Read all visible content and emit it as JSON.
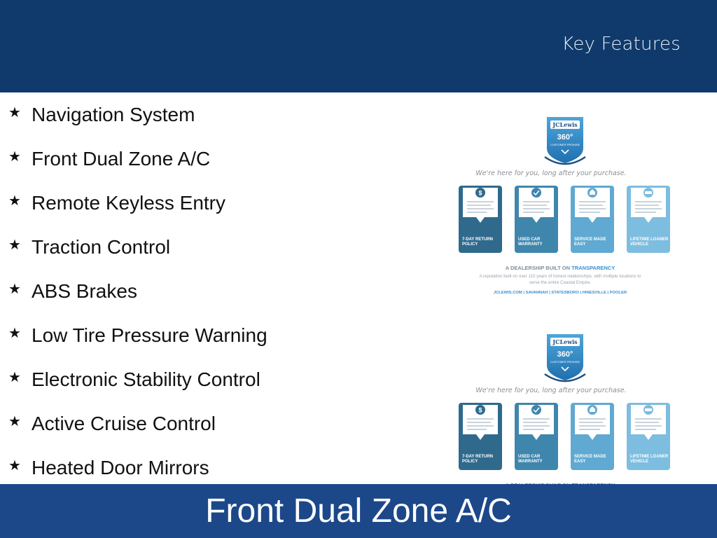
{
  "header": {
    "title": "Key Features"
  },
  "features": [
    {
      "label": "Navigation System"
    },
    {
      "label": "Front Dual Zone A/C"
    },
    {
      "label": "Remote Keyless Entry"
    },
    {
      "label": "Traction Control"
    },
    {
      "label": "ABS Brakes"
    },
    {
      "label": "Low Tire Pressure Warning"
    },
    {
      "label": "Electronic Stability Control"
    },
    {
      "label": "Active Cruise Control"
    },
    {
      "label": "Heated Door Mirrors"
    }
  ],
  "bullet_glyph": "★",
  "promise_graphic": {
    "logo_brand": "JCLewis",
    "logo_number": "360°",
    "logo_caption": "CUSTOMER PROMISE",
    "tagline": "We're here for you, long after your purchase.",
    "cards": [
      {
        "icon": "dollar-icon",
        "line1": "7-DAY RETURN",
        "line2": "POLICY",
        "color": "#2f6a8c"
      },
      {
        "icon": "badge-check-icon",
        "line1": "USED CAR",
        "line2": "WARRANTY",
        "color": "#3f86ad"
      },
      {
        "icon": "house-icon",
        "line1": "SERVICE MADE",
        "line2": "EASY",
        "color": "#5fa9d2"
      },
      {
        "icon": "car-icon",
        "line1": "LIFETIME LOANER",
        "line2": "VEHICLE",
        "color": "#7dbde0"
      }
    ],
    "footer_heading_prefix": "A DEALERSHIP BUILT ON ",
    "footer_heading_highlight": "TRANSPARENCY",
    "footer_line1": "A reputation built on over 110 years of honest relationships, with multiple locations to",
    "footer_line2": "serve the entire Coastal Empire.",
    "footer_links": "JCLEWIS.COM | SAVANNAH | STATESBORO | HINESVILLE | POOLER"
  },
  "caption": {
    "text": "Front Dual Zone A/C"
  },
  "colors": {
    "header_bg": "#0f3a6b",
    "caption_bg": "#1c4889",
    "accent_blue": "#3a8fd0"
  }
}
